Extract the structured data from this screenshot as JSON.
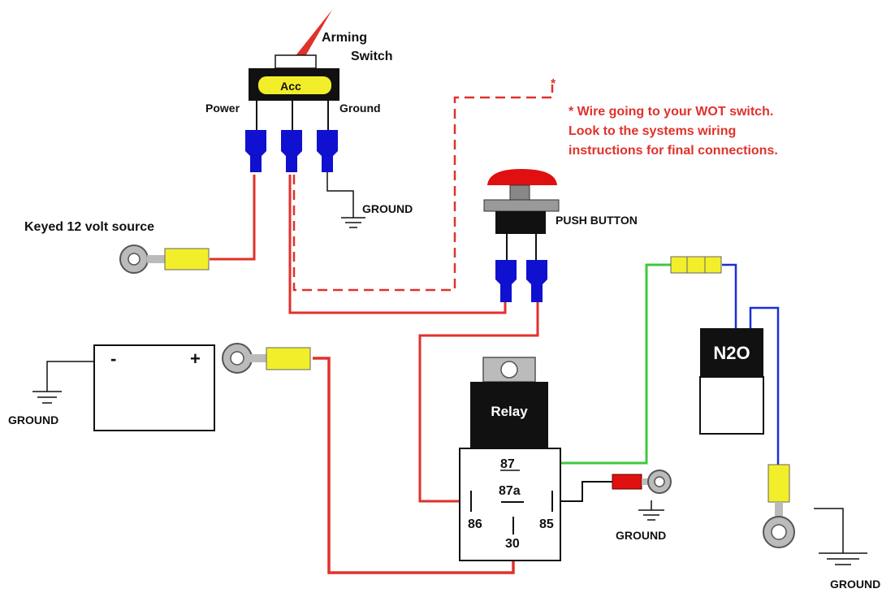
{
  "colors": {
    "wire_red": "#e0322b",
    "wire_green": "#3ec93e",
    "wire_blue": "#1b2fd6",
    "wire_black": "#111111",
    "connector_blue": "#1010d0",
    "terminal_yellow": "#f2ef2a",
    "fuse_red": "#e01010",
    "note_red": "#e0322b"
  },
  "arming_switch": {
    "title_line1": "Arming",
    "title_line2": "Switch",
    "face_label": "Acc",
    "pin_left": "Power",
    "pin_right": "Ground"
  },
  "switch_ground_label": "GROUND",
  "keyed_source_label": "Keyed 12 volt source",
  "wot_note": {
    "marker": "*",
    "line1": "* Wire going to your WOT switch.",
    "line2": "Look to the systems wiring",
    "line3": "instructions for final connections."
  },
  "push_button_label": "PUSH BUTTON",
  "battery": {
    "minus": "-",
    "plus": "+",
    "ground_label": "GROUND"
  },
  "relay": {
    "label": "Relay",
    "terminals": {
      "t87": "87",
      "t87a": "87a",
      "t86": "86",
      "t85": "85",
      "t30": "30"
    },
    "ground_label": "GROUND"
  },
  "solenoid": {
    "label": "N2O",
    "ground_label": "GROUND"
  }
}
